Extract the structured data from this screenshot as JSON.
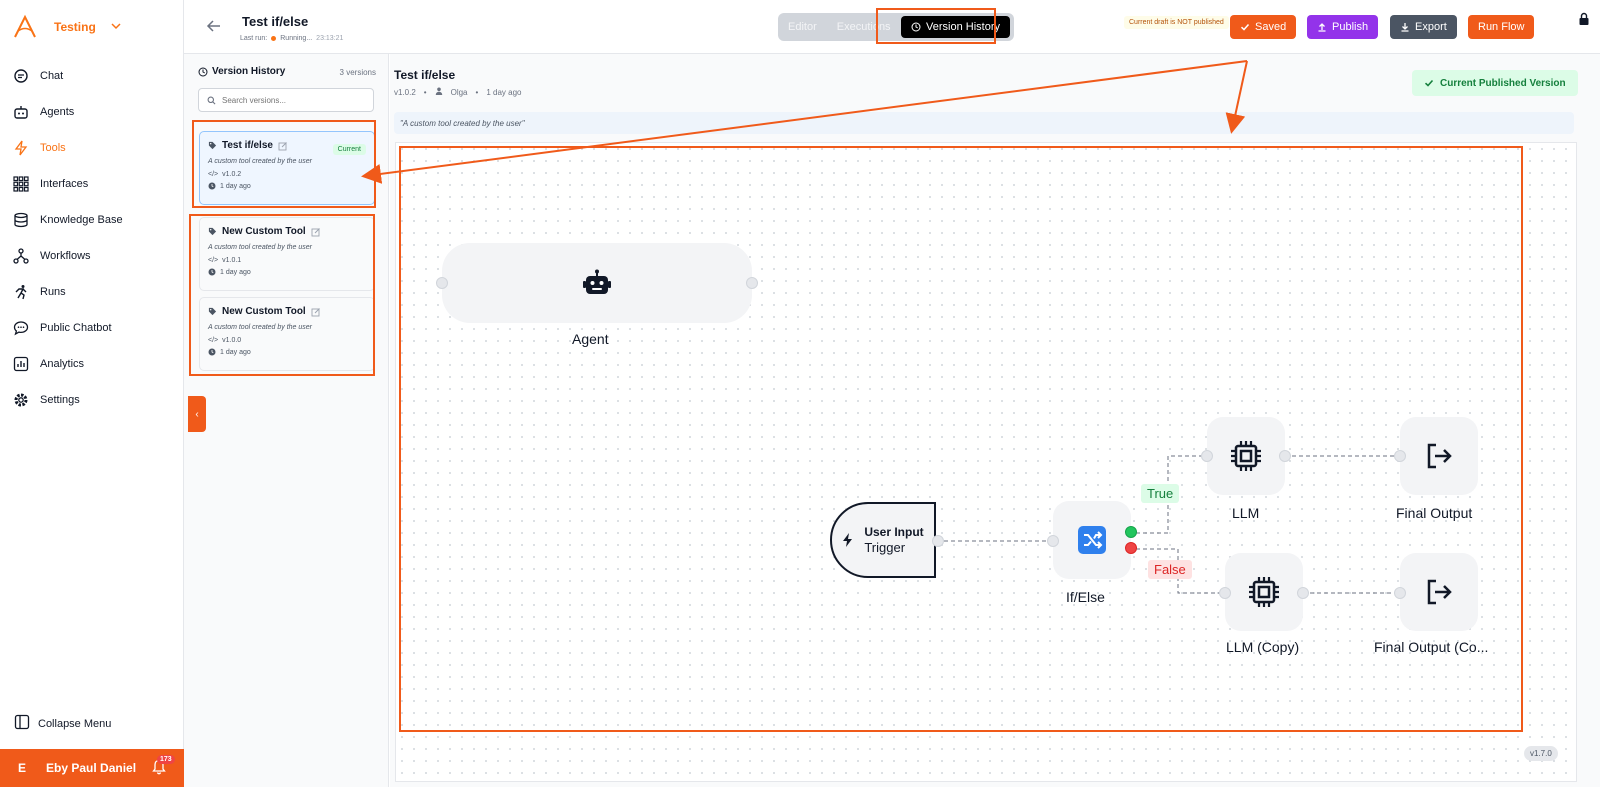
{
  "nav": {
    "workspace": "Testing",
    "items": [
      {
        "label": "Chat",
        "icon": "chat-icon"
      },
      {
        "label": "Agents",
        "icon": "robot-icon"
      },
      {
        "label": "Tools",
        "icon": "bolt-icon",
        "active": true
      },
      {
        "label": "Interfaces",
        "icon": "grid-icon"
      },
      {
        "label": "Knowledge Base",
        "icon": "database-icon"
      },
      {
        "label": "Workflows",
        "icon": "workflow-icon"
      },
      {
        "label": "Runs",
        "icon": "runner-icon"
      },
      {
        "label": "Public Chatbot",
        "icon": "chat-bubble-icon"
      },
      {
        "label": "Analytics",
        "icon": "analytics-icon"
      },
      {
        "label": "Settings",
        "icon": "gear-icon"
      }
    ],
    "collapse_label": "Collapse Menu",
    "user_initial": "E",
    "user_name": "Eby Paul Daniel",
    "notification_count": "173"
  },
  "header": {
    "title": "Test if/else",
    "last_run_label": "Last run:",
    "last_run_status": "Running...",
    "last_run_time": "23:13:21",
    "tabs": [
      "Editor",
      "Executions",
      "Version History"
    ],
    "draft_notice": "Current draft is NOT published",
    "saved_label": "Saved",
    "publish_label": "Publish",
    "export_label": "Export",
    "run_label": "Run Flow",
    "colors": {
      "accent": "#f05a1a",
      "publish": "#9333ea",
      "export": "#4b5563"
    }
  },
  "versions": {
    "title": "Version History",
    "count": "3 versions",
    "search_placeholder": "Search versions...",
    "current_tag": "Current",
    "items": [
      {
        "name": "Test if/else",
        "desc": "A custom tool created by the user",
        "version": "v1.0.2",
        "time": "1 day ago",
        "current": true
      },
      {
        "name": "New Custom Tool",
        "desc": "A custom tool created by the user",
        "version": "v1.0.1",
        "time": "1 day ago"
      },
      {
        "name": "New Custom Tool",
        "desc": "A custom tool created by the user",
        "version": "v1.0.0",
        "time": "1 day ago"
      }
    ]
  },
  "main": {
    "title": "Test if/else",
    "version": "v1.0.2",
    "author": "Olga",
    "time": "1 day ago",
    "published_label": "Current Published Version",
    "description": "\"A custom tool created by the user\"",
    "app_version": "v1.7.0"
  },
  "flow": {
    "nodes": {
      "agent": "Agent",
      "trigger_line1": "User Input",
      "trigger_line2": "Trigger",
      "ifelse": "If/Else",
      "llm": "LLM",
      "llm_copy": "LLM (Copy)",
      "final_output": "Final Output",
      "final_output_copy": "Final Output (Co..."
    },
    "true_label": "True",
    "false_label": "False"
  }
}
